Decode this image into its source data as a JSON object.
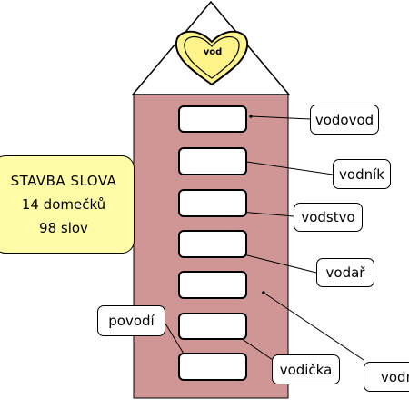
{
  "root_word": "vod",
  "info": {
    "title": "STAVBA SLOVA",
    "houses": "14 domečků",
    "words": "98 slov"
  },
  "labels": {
    "vodovod": "vodovod",
    "vodnik": "vodník",
    "vodstvo": "vodstvo",
    "vodar": "vodař",
    "povodi": "povodí",
    "vodicka": "vodička",
    "vodnar": "vodn"
  },
  "colors": {
    "house_wall": "#cf9695",
    "heart_fill": "#fff48a",
    "info_bg": "#fffba6"
  }
}
